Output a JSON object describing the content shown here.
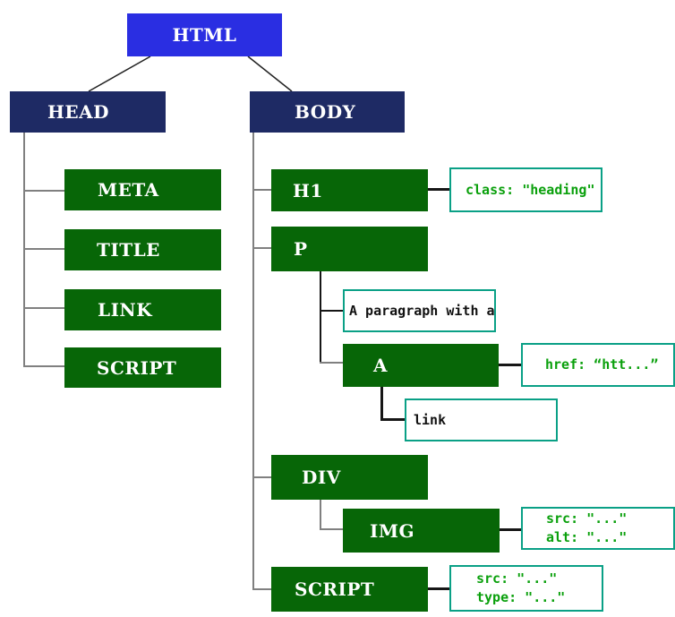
{
  "diagram": {
    "description": "HTML document tree diagram",
    "nodes": {
      "html": "HTML",
      "head": "HEAD",
      "body": "BODY",
      "meta": "META",
      "title": "TITLE",
      "link": "LINK",
      "script_head": "SCRIPT",
      "h1": "H1",
      "p": "P",
      "a": "A",
      "div": "DIV",
      "img": "IMG",
      "script_body": "SCRIPT"
    },
    "text_boxes": {
      "paragraph": "A paragraph with a",
      "link_text": "link"
    },
    "annotations": {
      "h1_class": "class: \"heading\"",
      "a_href": "href: “htt...”",
      "img_src": "src: \"...\"",
      "img_alt": "alt: \"...\"",
      "script_src": "src: \"...\"",
      "script_type": "type: \"...\""
    },
    "colors": {
      "root_blue": "#2a2ee2",
      "navy": "#1e2a64",
      "green": "#076607",
      "teal_border": "#0aa086",
      "annotation_text": "#0aa00c",
      "connector_gray": "#808080",
      "connector_black": "#161616"
    }
  }
}
